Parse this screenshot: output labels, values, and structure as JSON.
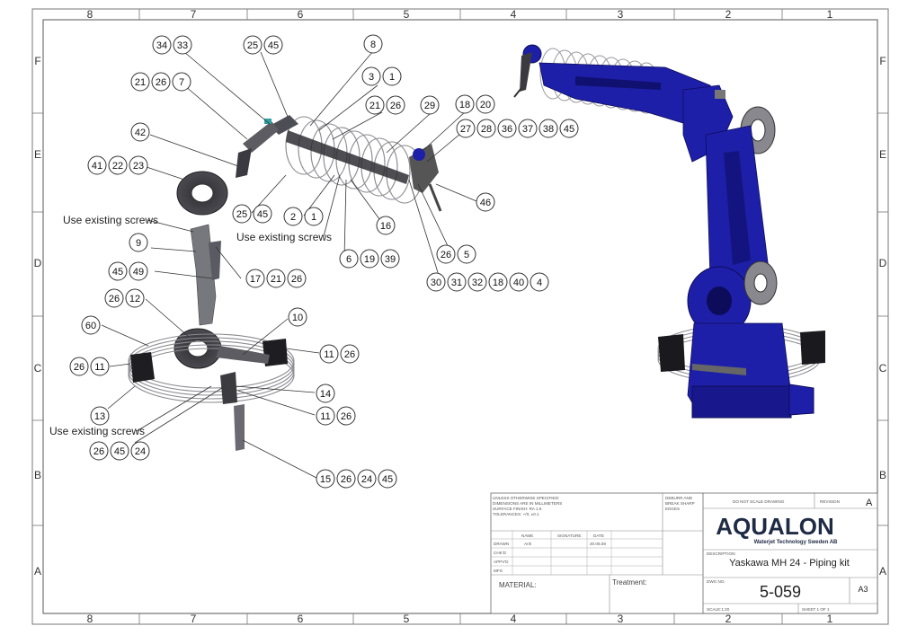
{
  "zones": {
    "columns": [
      "8",
      "7",
      "6",
      "5",
      "4",
      "3",
      "2",
      "1"
    ],
    "rows": [
      "F",
      "E",
      "D",
      "C",
      "B",
      "A"
    ]
  },
  "callouts": [
    {
      "id": "c1",
      "labels": [
        "34",
        "33"
      ]
    },
    {
      "id": "c2",
      "labels": [
        "25",
        "45"
      ]
    },
    {
      "id": "c3",
      "labels": [
        "8"
      ]
    },
    {
      "id": "c4",
      "labels": [
        "3",
        "1"
      ]
    },
    {
      "id": "c5",
      "labels": [
        "21",
        "26",
        "7"
      ]
    },
    {
      "id": "c6",
      "labels": [
        "21",
        "26"
      ]
    },
    {
      "id": "c7",
      "labels": [
        "29"
      ]
    },
    {
      "id": "c8",
      "labels": [
        "18",
        "20"
      ]
    },
    {
      "id": "c9",
      "labels": [
        "27",
        "28",
        "36",
        "37",
        "38",
        "45"
      ]
    },
    {
      "id": "c10",
      "labels": [
        "42"
      ]
    },
    {
      "id": "c11",
      "labels": [
        "41",
        "22",
        "23"
      ]
    },
    {
      "id": "c12",
      "labels": [
        "46"
      ]
    },
    {
      "id": "c13",
      "labels": [
        "25",
        "45"
      ]
    },
    {
      "id": "c14",
      "labels": [
        "2",
        "1"
      ]
    },
    {
      "id": "c15",
      "labels": [
        "16"
      ]
    },
    {
      "id": "c16",
      "labels": [
        "9"
      ]
    },
    {
      "id": "c17",
      "labels": [
        "26",
        "5"
      ]
    },
    {
      "id": "c18",
      "labels": [
        "6",
        "19",
        "39"
      ]
    },
    {
      "id": "c19",
      "labels": [
        "45",
        "49"
      ]
    },
    {
      "id": "c20",
      "labels": [
        "17",
        "21",
        "26"
      ]
    },
    {
      "id": "c21",
      "labels": [
        "30",
        "31",
        "32",
        "18",
        "40",
        "4"
      ]
    },
    {
      "id": "c22",
      "labels": [
        "26",
        "12"
      ]
    },
    {
      "id": "c23",
      "labels": [
        "10"
      ]
    },
    {
      "id": "c24",
      "labels": [
        "60"
      ]
    },
    {
      "id": "c25",
      "labels": [
        "11",
        "26"
      ]
    },
    {
      "id": "c26",
      "labels": [
        "26",
        "11"
      ]
    },
    {
      "id": "c27",
      "labels": [
        "14"
      ]
    },
    {
      "id": "c28",
      "labels": [
        "13"
      ]
    },
    {
      "id": "c29",
      "labels": [
        "11",
        "26"
      ]
    },
    {
      "id": "c30",
      "labels": [
        "26",
        "45",
        "24"
      ]
    },
    {
      "id": "c31",
      "labels": [
        "15",
        "26",
        "24",
        "45"
      ]
    }
  ],
  "notes": {
    "screws_1": "Use existing screws",
    "screws_2": "Use existing screws",
    "screws_3": "Use existing screws"
  },
  "title_block": {
    "general_notes": [
      "UNLESS OTHERWISE SPECIFIED:",
      "DIMENSIONS ARE IN MILLIMETERS",
      "SURFACE FINISH: RA 1.6",
      "TOLERANCES: +/0, ±0.1"
    ],
    "deburr_note": [
      "DEBURR AND",
      "BREAK SHARP",
      "EDGES"
    ],
    "do_not_scale": "DO NOT SCALE DRAWING",
    "revision_label": "REVISION",
    "revision": "A",
    "company_name": "AQUALON",
    "company_sub": "Waterjet Technology Sweden AB",
    "description_label": "DESCRIPTION:",
    "title": "Yaskawa MH 24 - Piping kit",
    "dwg_no_label": "DWG NO.",
    "dwg_no": "5-059",
    "sheet_size": "A3",
    "scale": "SCALE:1:20",
    "sheet": "SHEET 1 OF 1",
    "material_label": "MATERIAL:",
    "treatment_label": "Treatment:",
    "col_name": "NAME",
    "col_signature": "SIGNATURE",
    "col_date": "DATE",
    "rows": [
      {
        "role": "DRAWN",
        "name": "Anh",
        "date": "20.06.08"
      },
      {
        "role": "CHK'D",
        "name": "",
        "date": ""
      },
      {
        "role": "APPV'D",
        "name": "",
        "date": ""
      },
      {
        "role": "MFG",
        "name": "",
        "date": ""
      }
    ]
  },
  "colors": {
    "robot_blue": "#1e1fa8",
    "robot_dark": "#0c0c5a",
    "part_gray": "#6c6c72",
    "logo_dark": "#1f2a44"
  }
}
